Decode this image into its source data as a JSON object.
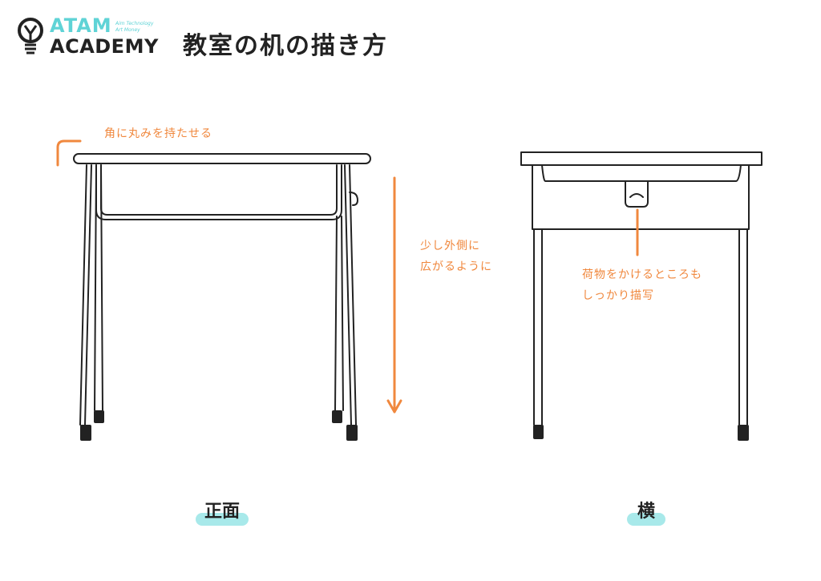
{
  "logo": {
    "brand_top": "ATAM",
    "brand_bottom": "ACADEMY",
    "tagline_1": "Aim Technology",
    "tagline_2": "Art Money"
  },
  "title": "教室の机の描き方",
  "notes": {
    "corner": "角に丸みを持たせる",
    "legs_line1": "少し外側に",
    "legs_line2": "広がるように",
    "hook_line1": "荷物をかけるところも",
    "hook_line2": "しっかり描写"
  },
  "labels": {
    "front": "正面",
    "side": "横"
  },
  "colors": {
    "accent": "#f0883e",
    "brand": "#5fd3d6",
    "highlight": "#a8e9ea",
    "ink": "#222222"
  }
}
